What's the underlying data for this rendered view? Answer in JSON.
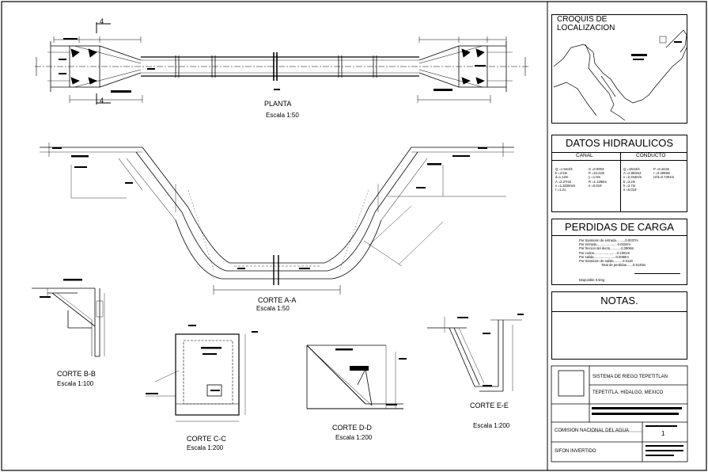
{
  "views": {
    "planta": {
      "name": "PLANTA",
      "scale": "Escala 1:50"
    },
    "corte_aa": {
      "name": "CORTE A-A",
      "scale": "Escala 1:50"
    },
    "corte_bb": {
      "name": "CORTE B-B",
      "scale": "Escala 1:100"
    },
    "corte_cc": {
      "name": "CORTE C-C",
      "scale": "Escala 1:200"
    },
    "corte_dd": {
      "name": "CORTE D-D",
      "scale": "Escala 1:200"
    },
    "corte_ee": {
      "name": "CORTE E-E",
      "scale": "Escala 1:200"
    }
  },
  "section_marks": {
    "top": "4",
    "bottom": "4"
  },
  "croquis": {
    "title_line1": "CROQUIS DE",
    "title_line2": "LOCALIZACION"
  },
  "datos": {
    "title": "DATOS HIDRAULICOS",
    "canal_header": "CANAL",
    "conducto_header": "CONDUCTO",
    "canal_col1": [
      "Q =1 5m3/s",
      "b =2.5m",
      "d=1.12m",
      "A =2.27m2",
      "v =1.3329m/s",
      "r =1.21"
    ],
    "canal_col2": [
      "S =0.0003",
      "P =10.22m",
      "y =1.0m",
      "R =1.1296m",
      "n =0.019"
    ],
    "conducto_col": [
      "Q =15m3/s",
      "A =2.893m2",
      "v =2.344m/s",
      "b =2.2m",
      "h =2.7m",
      "n =0.019"
    ],
    "conducto_col2": [
      "P =6.444m",
      "r =0.4059m",
      "r2/3=0.7301m"
    ]
  },
  "perdidas": {
    "title": "PERDIDAS DE CARGA",
    "rows": [
      "Por transicion de entrada..........0.0037m",
      "Por entrada.......................0.0224m",
      "Por friccion del ducto............0.3806m",
      "Por codos.........................0.1061m",
      "Por salida........................0.0086m",
      "Por transicion de salida..........0.0118",
      "Total de perdidas.......0.5145m"
    ],
    "disponible": "Disponible                    0.5mg"
  },
  "notas": {
    "title": "NOTAS."
  },
  "title_block": {
    "project": "SISTEMA DE RIEGO TEPETITLAN",
    "location": "TEPETITLA, HIDALGO, MEXICO",
    "agency": "COMISION NACIONAL DEL AGUA",
    "sheet_no": "1",
    "drawing": "SIFON INVERTIDO"
  }
}
